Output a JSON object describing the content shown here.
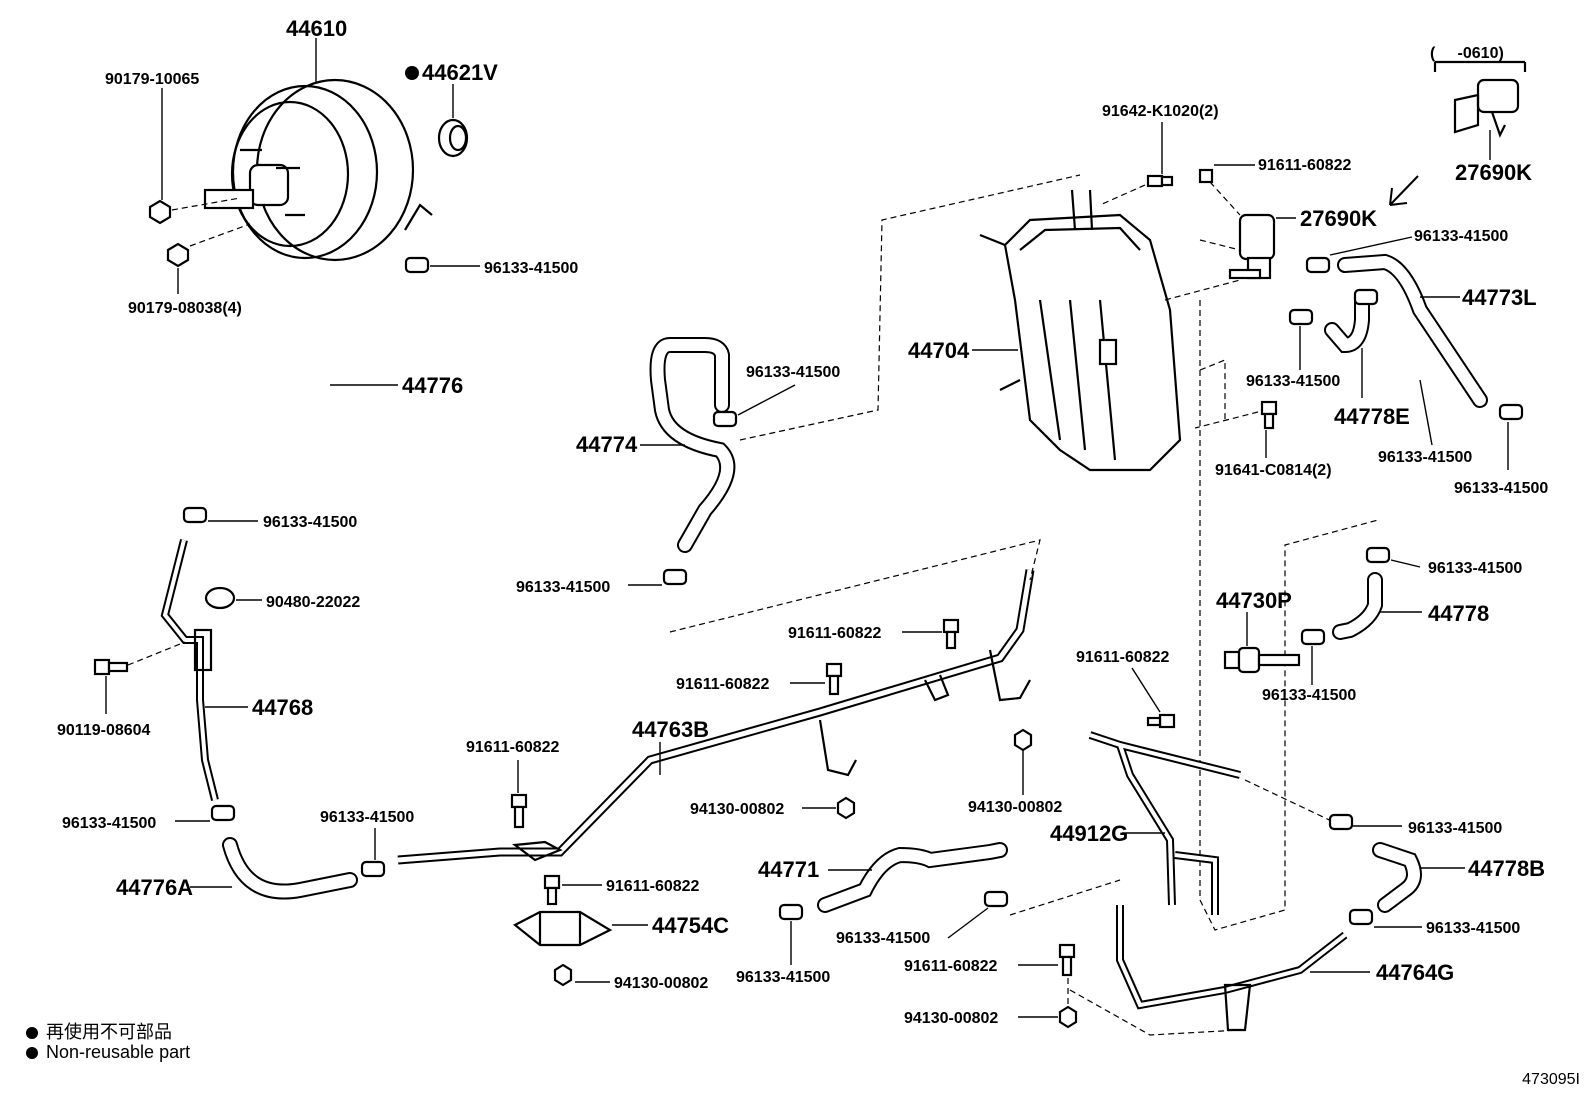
{
  "parts": {
    "booster": "44610",
    "grommet": "44621V",
    "stud_nut_upper": "90179-10065",
    "stud_nut_lower": "90179-08038(4)",
    "clamp": "96133-41500",
    "hose_44776": "44776",
    "hose_44776a": "44776A",
    "pipe_44768": "44768",
    "bolt_90119": "90119-08604",
    "cushion_90480": "90480-22022",
    "hose_44774": "44774",
    "tank": "44704",
    "bolt_91642": "91642-K1020(2)",
    "bolt_91611": "91611-60822",
    "vsv_27690k": "27690K",
    "vsv_27690k_inset": "27690K",
    "inset_range": "(     -0610)",
    "hose_44773l": "44773L",
    "hose_44778e": "44778E",
    "bolt_91641": "91641-C0814(2)",
    "valve_44730p": "44730P",
    "hose_44778": "44778",
    "pipe_44763b": "44763B",
    "nut_94130": "94130-00802",
    "bracket_44754c": "44754C",
    "hose_44771": "44771",
    "pipe_44912g": "44912G",
    "hose_44778b": "44778B",
    "pipe_44764g": "44764G"
  },
  "legend": {
    "jp": "再使用不可部品",
    "en": "Non-reusable part"
  },
  "figure_number": "473095I"
}
